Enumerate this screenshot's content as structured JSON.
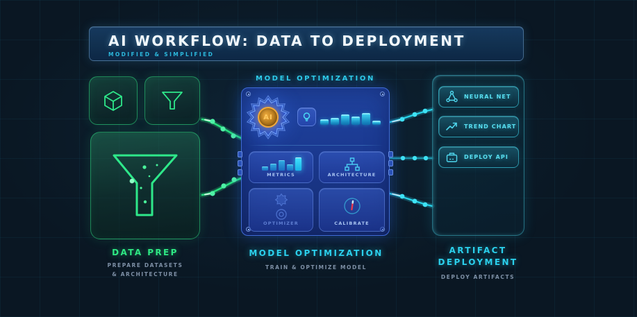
{
  "header": {
    "title": "AI WORKFLOW: DATA TO DEPLOYMENT",
    "subtitle": "MODIFIED & SIMPLIFIED"
  },
  "sections": {
    "data_prep": {
      "title": "DATA PREP",
      "subtitle_lines": [
        "PREPARE DATASETS",
        "& ARCHITECTURE"
      ],
      "icons": [
        "cube-icon",
        "funnel-icon",
        "large-funnel-icon"
      ]
    },
    "model_optimization": {
      "panel_title": "MODEL OPTIMIZATION",
      "footer_title": "MODEL OPTIMIZATION",
      "footer_subtitle": "TRAIN & OPTIMIZE MODEL",
      "ai_badge_label": "AI",
      "equalizer_bars": [
        8,
        10,
        15,
        12,
        17,
        6
      ],
      "cards": {
        "metrics": {
          "label": "METRICS",
          "icon": "bar-chart-icon",
          "bars": [
            6,
            10,
            15,
            9,
            19
          ]
        },
        "architecture": {
          "label": "ARCHITECTURE",
          "icon": "tree-icon"
        },
        "optimizer": {
          "label": "OPTIMIZER",
          "icon": "gear-target-icon"
        },
        "calibrate": {
          "label": "CALIBRATE",
          "icon": "gauge-icon"
        }
      },
      "toolbar_icons": [
        "ai-gear-icon",
        "lightbulb-icon"
      ]
    },
    "artifact_deployment": {
      "footer_title_lines": [
        "ARTIFACT",
        "DEPLOYMENT"
      ],
      "footer_subtitle": "DEPLOY ARTIFACTS",
      "buttons": [
        {
          "label": "NEURAL NET",
          "icon": "neural-net-icon"
        },
        {
          "label": "TREND CHART",
          "icon": "trend-chart-icon"
        },
        {
          "label": "DEPLOY API",
          "icon": "deploy-api-icon"
        }
      ]
    }
  },
  "colors": {
    "background": "#0a1723",
    "accent_green": "#2ee884",
    "accent_cyan": "#2bd4ea",
    "accent_orange": "#f2aa3d",
    "panel_blue": "#1c3f9e",
    "muted_text": "#7e90a6"
  }
}
